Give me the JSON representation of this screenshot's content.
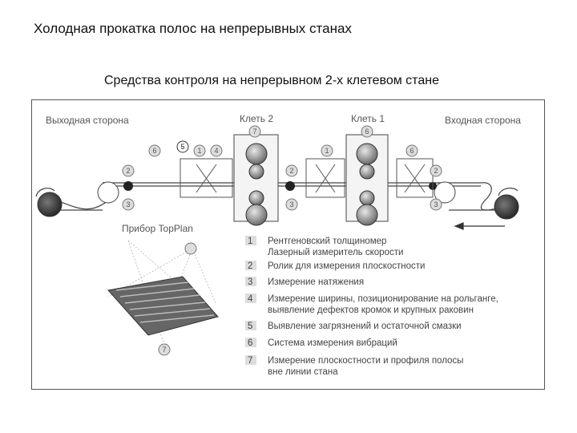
{
  "page": {
    "title": "Холодная прокатка полос на непрерывных станах",
    "subtitle": "Средства контроля на непрерывном 2-х клетевом стане"
  },
  "diagram": {
    "exit_side": "Выходная сторона",
    "stand2": "Клеть 2",
    "stand1": "Клеть 1",
    "entry_side": "Входная сторона",
    "device_label": "Прибор TopPlan",
    "markers": {
      "m1": "1",
      "m2": "2",
      "m3": "3",
      "m4": "4",
      "m5": "5",
      "m6": "6",
      "m7": "7"
    },
    "legend": [
      {
        "num": "1",
        "lines": [
          "Рентгеновский толщиномер",
          "Лазерный измеритель скорости"
        ]
      },
      {
        "num": "2",
        "lines": [
          "Ролик для измерения плоскостности"
        ]
      },
      {
        "num": "3",
        "lines": [
          "Измерение натяжения"
        ]
      },
      {
        "num": "4",
        "lines": [
          "Измерение ширины, позиционирование на рольганге,",
          "выявление дефектов кромок и крупных раковин"
        ]
      },
      {
        "num": "5",
        "lines": [
          "Выявление загрязнений и остаточной смазки"
        ]
      },
      {
        "num": "6",
        "lines": [
          "Система измерения вибраций"
        ]
      },
      {
        "num": "7",
        "lines": [
          "Измерение плоскостности и профиля полосы",
          "вне линии стана"
        ]
      }
    ]
  }
}
